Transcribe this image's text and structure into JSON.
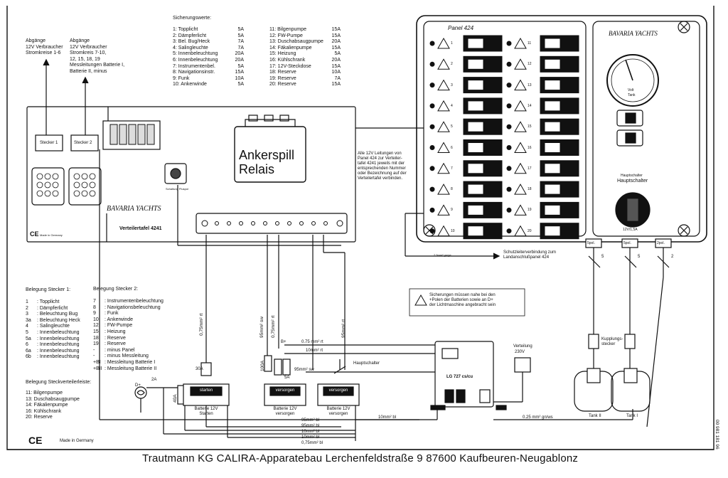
{
  "fuse_values": {
    "title": "Sicherungswerte:",
    "left": [
      {
        "name": "1: Topplicht",
        "amp": "5A"
      },
      {
        "name": "2: Dämpferlicht",
        "amp": "5A"
      },
      {
        "name": "3: Bel. Bug/Heck",
        "amp": "7A"
      },
      {
        "name": "4: Salingleuchte",
        "amp": "7A"
      },
      {
        "name": "5: Innenbeleuchtung",
        "amp": "20A"
      },
      {
        "name": "6: Innenbeleuchtung",
        "amp": "20A"
      },
      {
        "name": "7: Instrumentenbel.",
        "amp": "5A"
      },
      {
        "name": "8: Navigationsinstr.",
        "amp": "15A"
      },
      {
        "name": "9: Funk",
        "amp": "10A"
      },
      {
        "name": "10: Ankerwinde",
        "amp": "5A"
      }
    ],
    "right": [
      {
        "name": "11: Bilgenpumpe",
        "amp": "15A"
      },
      {
        "name": "12: FW-Pumpe",
        "amp": "15A"
      },
      {
        "name": "13: Duschabsaugpumpe",
        "amp": "20A"
      },
      {
        "name": "14: Fäkalienpumpe",
        "amp": "15A"
      },
      {
        "name": "15: Heizung",
        "amp": "5A"
      },
      {
        "name": "16: Kühlschrank",
        "amp": "20A"
      },
      {
        "name": "17: 12V-Steckdose",
        "amp": "15A"
      },
      {
        "name": "18: Reserve",
        "amp": "10A"
      },
      {
        "name": "19: Reserve",
        "amp": "7A"
      },
      {
        "name": "20: Reserve",
        "amp": "15A"
      }
    ]
  },
  "outputs": {
    "left": [
      "Abgänge",
      "12V Verbraucher",
      "Stromkreise 1-6"
    ],
    "right": [
      "Abgänge",
      "12V Verbraucher",
      "Stromkreis 7-10,",
      "12, 15, 18, 19",
      "Messleitungen Batterie I,",
      "Batterie II, minus"
    ]
  },
  "distribution_board": {
    "brand": "BAVARIA YACHTS",
    "name": "Verteilertafel 4241",
    "relay_label_1": "Ankerspill",
    "relay_label_2": "Relais",
    "connector_1": "Stecker 1",
    "connector_2": "Stecker 2",
    "ce_mark": "CE",
    "made_in": "Made in Germany",
    "switch_label": "Schaltung Pluspol"
  },
  "panel": {
    "name": "Panel 424",
    "brand": "BAVARIA YACHTS",
    "main_switch": "Hauptschalter",
    "main_switch_small": "Hauptschalter",
    "fuse_rating": "12V/1,5A",
    "gauge_label_1": "Volt",
    "gauge_label_2": "Tank",
    "left_numbers": [
      "1",
      "2",
      "3",
      "4",
      "5",
      "6",
      "7",
      "8",
      "9",
      "10"
    ],
    "right_numbers": [
      "11",
      "12",
      "13",
      "14",
      "15",
      "16",
      "17",
      "18",
      "19",
      "20"
    ]
  },
  "notes": {
    "panel_connection": [
      "Alle 12V Leitungen von",
      "Panel 424 zur Verteiler-",
      "tafel 4241 jeweils mit der",
      "entsprechenden Nummer",
      "oder Bezeichnung auf der",
      "Verteilertafel verbinden."
    ],
    "earth_connection": [
      "Schutzleiterverbindung zum",
      "Landanschlußpanel 424"
    ],
    "warning": [
      "Sicherungen müssen nahe bei den",
      "+Polen der Batterien sowie an D+",
      "der Lichtmaschine angebracht sein"
    ],
    "wire_25": "2,5mm² gn/ge"
  },
  "plug1": {
    "title": "Belegung Stecker 1:",
    "rows": [
      {
        "pin": "1",
        "label": ": Topplicht"
      },
      {
        "pin": "2",
        "label": ": Dämpferlicht"
      },
      {
        "pin": "3",
        "label": ": Beleuchtung Bug"
      },
      {
        "pin": "3a",
        "label": ": Beleuchtung Heck"
      },
      {
        "pin": "4",
        "label": ": Salingleuchte"
      },
      {
        "pin": "5",
        "label": ": Innenbeleuchtung"
      },
      {
        "pin": "5a",
        "label": ": Innenbeleuchtung"
      },
      {
        "pin": "6",
        "label": ": Innenbeleuchtung"
      },
      {
        "pin": "6a",
        "label": ": Innenbeleuchtung"
      },
      {
        "pin": "6b",
        "label": ": Innenbeleuchtung"
      }
    ]
  },
  "plug2": {
    "title": "Belegung Stecker 2:",
    "rows": [
      {
        "pin": "7",
        "label": ": Instrumentenbeleuchtung"
      },
      {
        "pin": "8",
        "label": ": Navigationsbeleuchtung"
      },
      {
        "pin": "9",
        "label": ": Funk"
      },
      {
        "pin": "10",
        "label": ": Ankerwinde"
      },
      {
        "pin": "12",
        "label": ": FW-Pumpe"
      },
      {
        "pin": "15",
        "label": ": Heizung"
      },
      {
        "pin": "18",
        "label": ": Reserve"
      },
      {
        "pin": "19",
        "label": ": Reserve"
      },
      {
        "pin": "-",
        "label": ": minus Panel"
      },
      {
        "pin": "-",
        "label": ": minus Messleitung"
      },
      {
        "pin": "+BI",
        "label": ": Messleitung Batterie I"
      },
      {
        "pin": "+BII",
        "label": ": Messleitung Batterie II"
      }
    ]
  },
  "strip": {
    "title": "Belegung Steckverteilerleiste:",
    "rows": [
      "11: Bilgenpumpe",
      "13: Duschabsaugpumpe",
      "14: Fäkalienpumpe",
      "16: Kühlschrank",
      "20: Reserve"
    ]
  },
  "batteries": {
    "start": {
      "badge": "starten",
      "name": "Batterie 12V",
      "sub": "Starten"
    },
    "house1": {
      "badge": "versorgen",
      "name": "Batterie 12V",
      "sub": "versorgen"
    },
    "house2": {
      "badge": "versorgen",
      "name": "Batterie 12V",
      "sub": "versorgen"
    }
  },
  "wires": {
    "w075_rt": "0,75mm² rt",
    "w075_sw": "95mm² sw",
    "w075_rt2": "0,75mm² rt",
    "w95_rt": "95mm² rt",
    "w075_rt3": "0.75 mm² rt",
    "w10_rt": "10mm² rt",
    "w95_sw": "95mm² sw",
    "w10_bl": "10mm² bl",
    "w025_gnws": "0.25 mm² gn/ws",
    "bottom": [
      "95mm² bl",
      "95mm² bl",
      "10mm² bl",
      "10mm² bl",
      "0,75mm² bl"
    ],
    "bplus": "B+",
    "dplus": "D+",
    "two_a": "2A",
    "fuse_40a": "40A",
    "fuse_100a": "100A",
    "fuse_30a": "30A",
    "fuse_5a": "5A",
    "main_switch": "Hauptschalter"
  },
  "charger": {
    "model": "LG 727 cs/cu",
    "supply_label": "Verteilung",
    "supply_voltage": "230V"
  },
  "tanks": {
    "tank1": "Tank I",
    "tank2": "Tank II",
    "coupling": "Kupplungs-",
    "coupling2": "stecker",
    "conn_a": "5pol.",
    "conn_b": "5pol.",
    "conn_c": "2pol.",
    "n1": "5",
    "n2": "5",
    "n3": "2"
  },
  "footer": {
    "ce": "CE",
    "made_in": "Made in Germany",
    "company": "Trautmann KG   CALIRA-Apparatebau   Lerchenfeldstraße 9   87600 Kaufbeuren-Neugablonz",
    "code": "00 981 181 96"
  }
}
